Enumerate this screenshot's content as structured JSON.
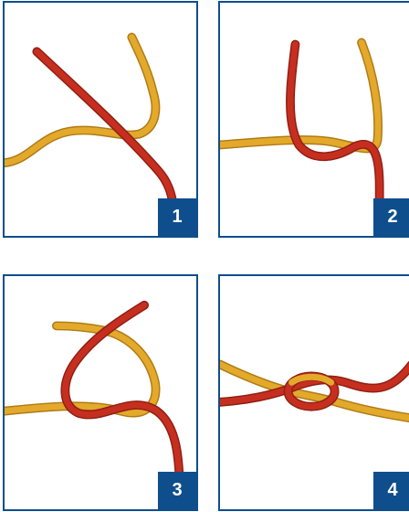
{
  "steps": [
    {
      "number": "1"
    },
    {
      "number": "2"
    },
    {
      "number": "3"
    },
    {
      "number": "4"
    }
  ],
  "colors": {
    "frame": "#0f4e8c",
    "badge_text": "#ffffff",
    "red_rope": "#c62f1f",
    "yellow_rope": "#e3a92b"
  }
}
